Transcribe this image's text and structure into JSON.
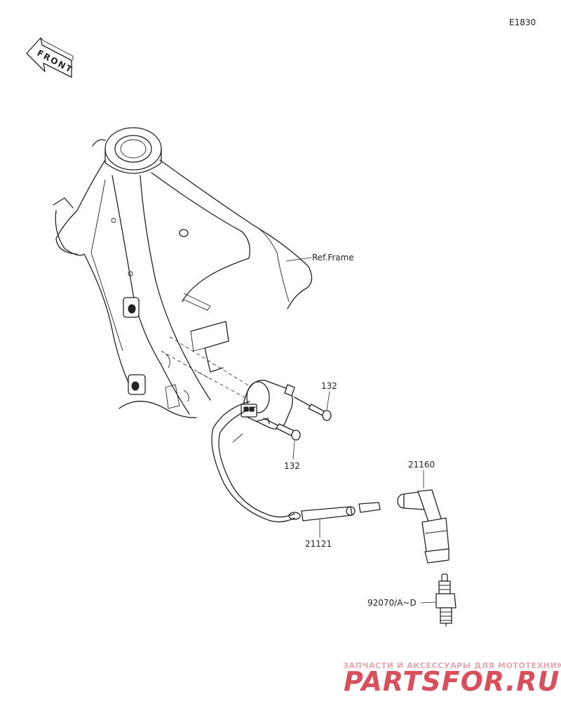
{
  "diagram_code": "E1830",
  "front_marker": "FRONT",
  "callouts": {
    "ref_frame": "Ref.Frame",
    "bolt_upper": "132",
    "bolt_lower": "132",
    "cap": "21160",
    "cable": "21121",
    "spark_plug": "92070/A~D"
  },
  "watermark": {
    "tagline": "ЗАПЧАСТИ И АКСЕССУАРЫ ДЛЯ МОТОТЕХНИКИ",
    "brand": "PARTSFOR.RU"
  },
  "colors": {
    "line": "#222222",
    "watermark_brand": "#d9505d",
    "watermark_tagline": "#e7a7ad"
  }
}
